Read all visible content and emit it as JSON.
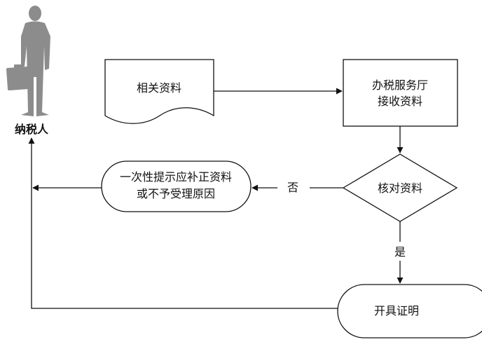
{
  "actor": {
    "label": "纳税人",
    "icon": "person-with-briefcase-icon"
  },
  "nodes": {
    "documents": "相关资料",
    "hall": [
      "办税服务厅",
      "接收资料"
    ],
    "check": "核对资料",
    "notify": [
      "一次性提示应补正资料",
      "或不予受理原因"
    ],
    "certificate": "开具证明"
  },
  "edges": {
    "no": "否",
    "yes": "是"
  },
  "colors": {
    "line": "#111111",
    "silhouette": "#8c8c8c",
    "background": "#ffffff"
  }
}
